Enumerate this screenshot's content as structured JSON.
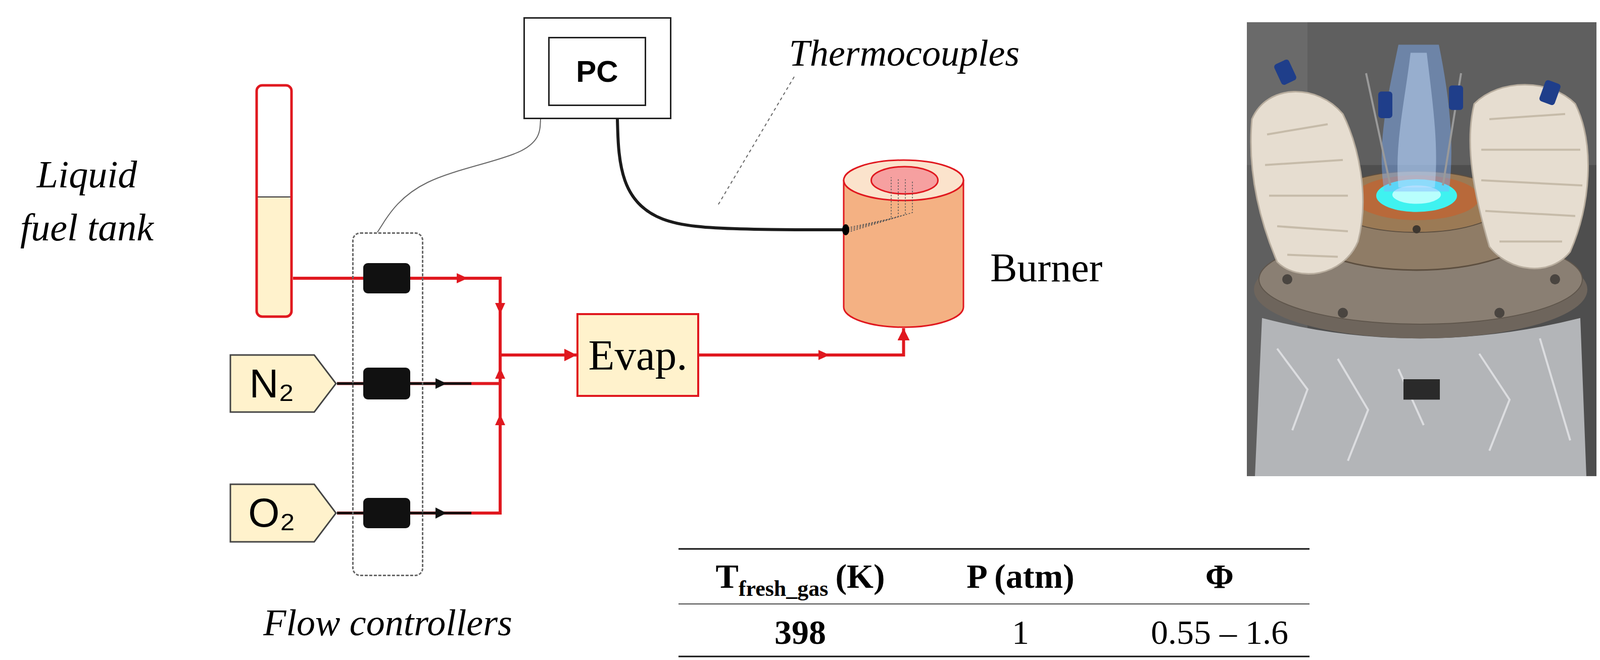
{
  "diagram": {
    "nodes": [
      {
        "text": [
          "PC"
        ]
      },
      {
        "text": [
          "Liquid fuel tank"
        ]
      },
      {
        "text": [
          "N₂"
        ]
      },
      {
        "text": [
          "O₂"
        ]
      },
      {
        "text": [
          "Flow controllers"
        ]
      },
      {
        "text": [
          "Evap."
        ]
      },
      {
        "text": [
          "Burner"
        ]
      }
    ],
    "edges": [
      {
        "from": 1,
        "to": 5,
        "arrow": "to"
      },
      {
        "from": 2,
        "to": 5,
        "arrow": "to"
      },
      {
        "from": 3,
        "to": 5,
        "arrow": "to"
      },
      {
        "from": 5,
        "to": 6,
        "arrow": "to"
      },
      {
        "from": 0,
        "to": 4,
        "arrow": "none"
      },
      {
        "from": 0,
        "to": 6,
        "arrow": "none"
      }
    ],
    "labels": [
      "Thermocouples",
      "T",
      "fresh_gas",
      "(K)",
      "P (atm)",
      "Φ",
      "398",
      "1",
      "0.55 – 1.6"
    ]
  }
}
